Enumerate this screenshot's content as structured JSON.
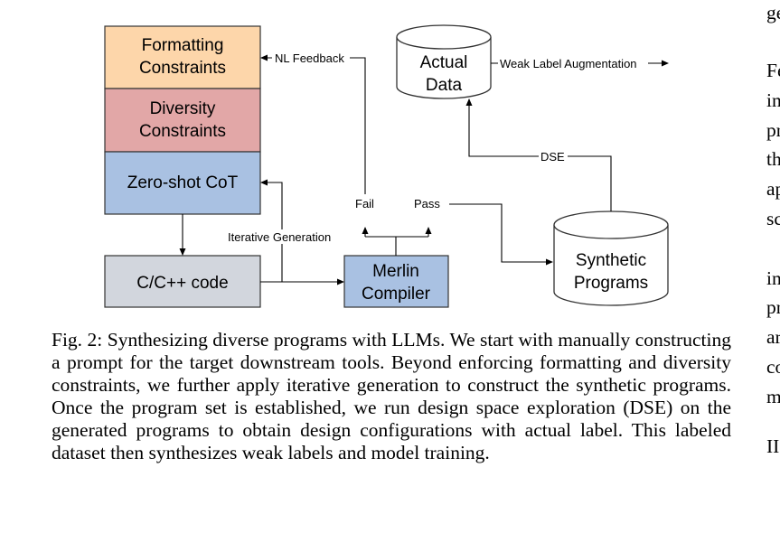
{
  "figure": {
    "boxes": {
      "formatting": [
        "Formatting",
        "Constraints"
      ],
      "diversity": [
        "Diversity",
        "Constraints"
      ],
      "cot": "Zero-shot CoT",
      "code": "C/C++ code",
      "merlin": [
        "Merlin",
        "Compiler"
      ],
      "actual_data": [
        "Actual",
        "Data"
      ],
      "synthetic": [
        "Synthetic",
        "Programs"
      ]
    },
    "edge_labels": {
      "nl_feedback": "NL Feedback",
      "weak_label": "Weak Label Augmentation",
      "dse": "DSE",
      "fail": "Fail",
      "pass": "Pass",
      "iterative": "Iterative Generation"
    },
    "colors": {
      "formatting": "#fdd6aa",
      "diversity": "#e2a7a7",
      "cot": "#a9c1e2",
      "code": "#d2d6dd",
      "merlin": "#a9c1e2"
    }
  },
  "caption": "Fig. 2: Synthesizing diverse programs with LLMs. We start with manually constructing a prompt for the target downstream tools. Beyond enforcing formatting and diversity constraints, we further apply iterative generation to construct the synthetic programs. Once the program set is established, we run design space exploration (DSE) on the generated programs to obtain design configurations with actual label. This labeled dataset then synthesizes weak labels and model training.",
  "right_column_fragments": [
    "ge",
    "Fe",
    "in",
    "pr",
    "th",
    "ap",
    "sc",
    "in",
    "pr",
    "ar",
    "co",
    "m",
    "II"
  ]
}
